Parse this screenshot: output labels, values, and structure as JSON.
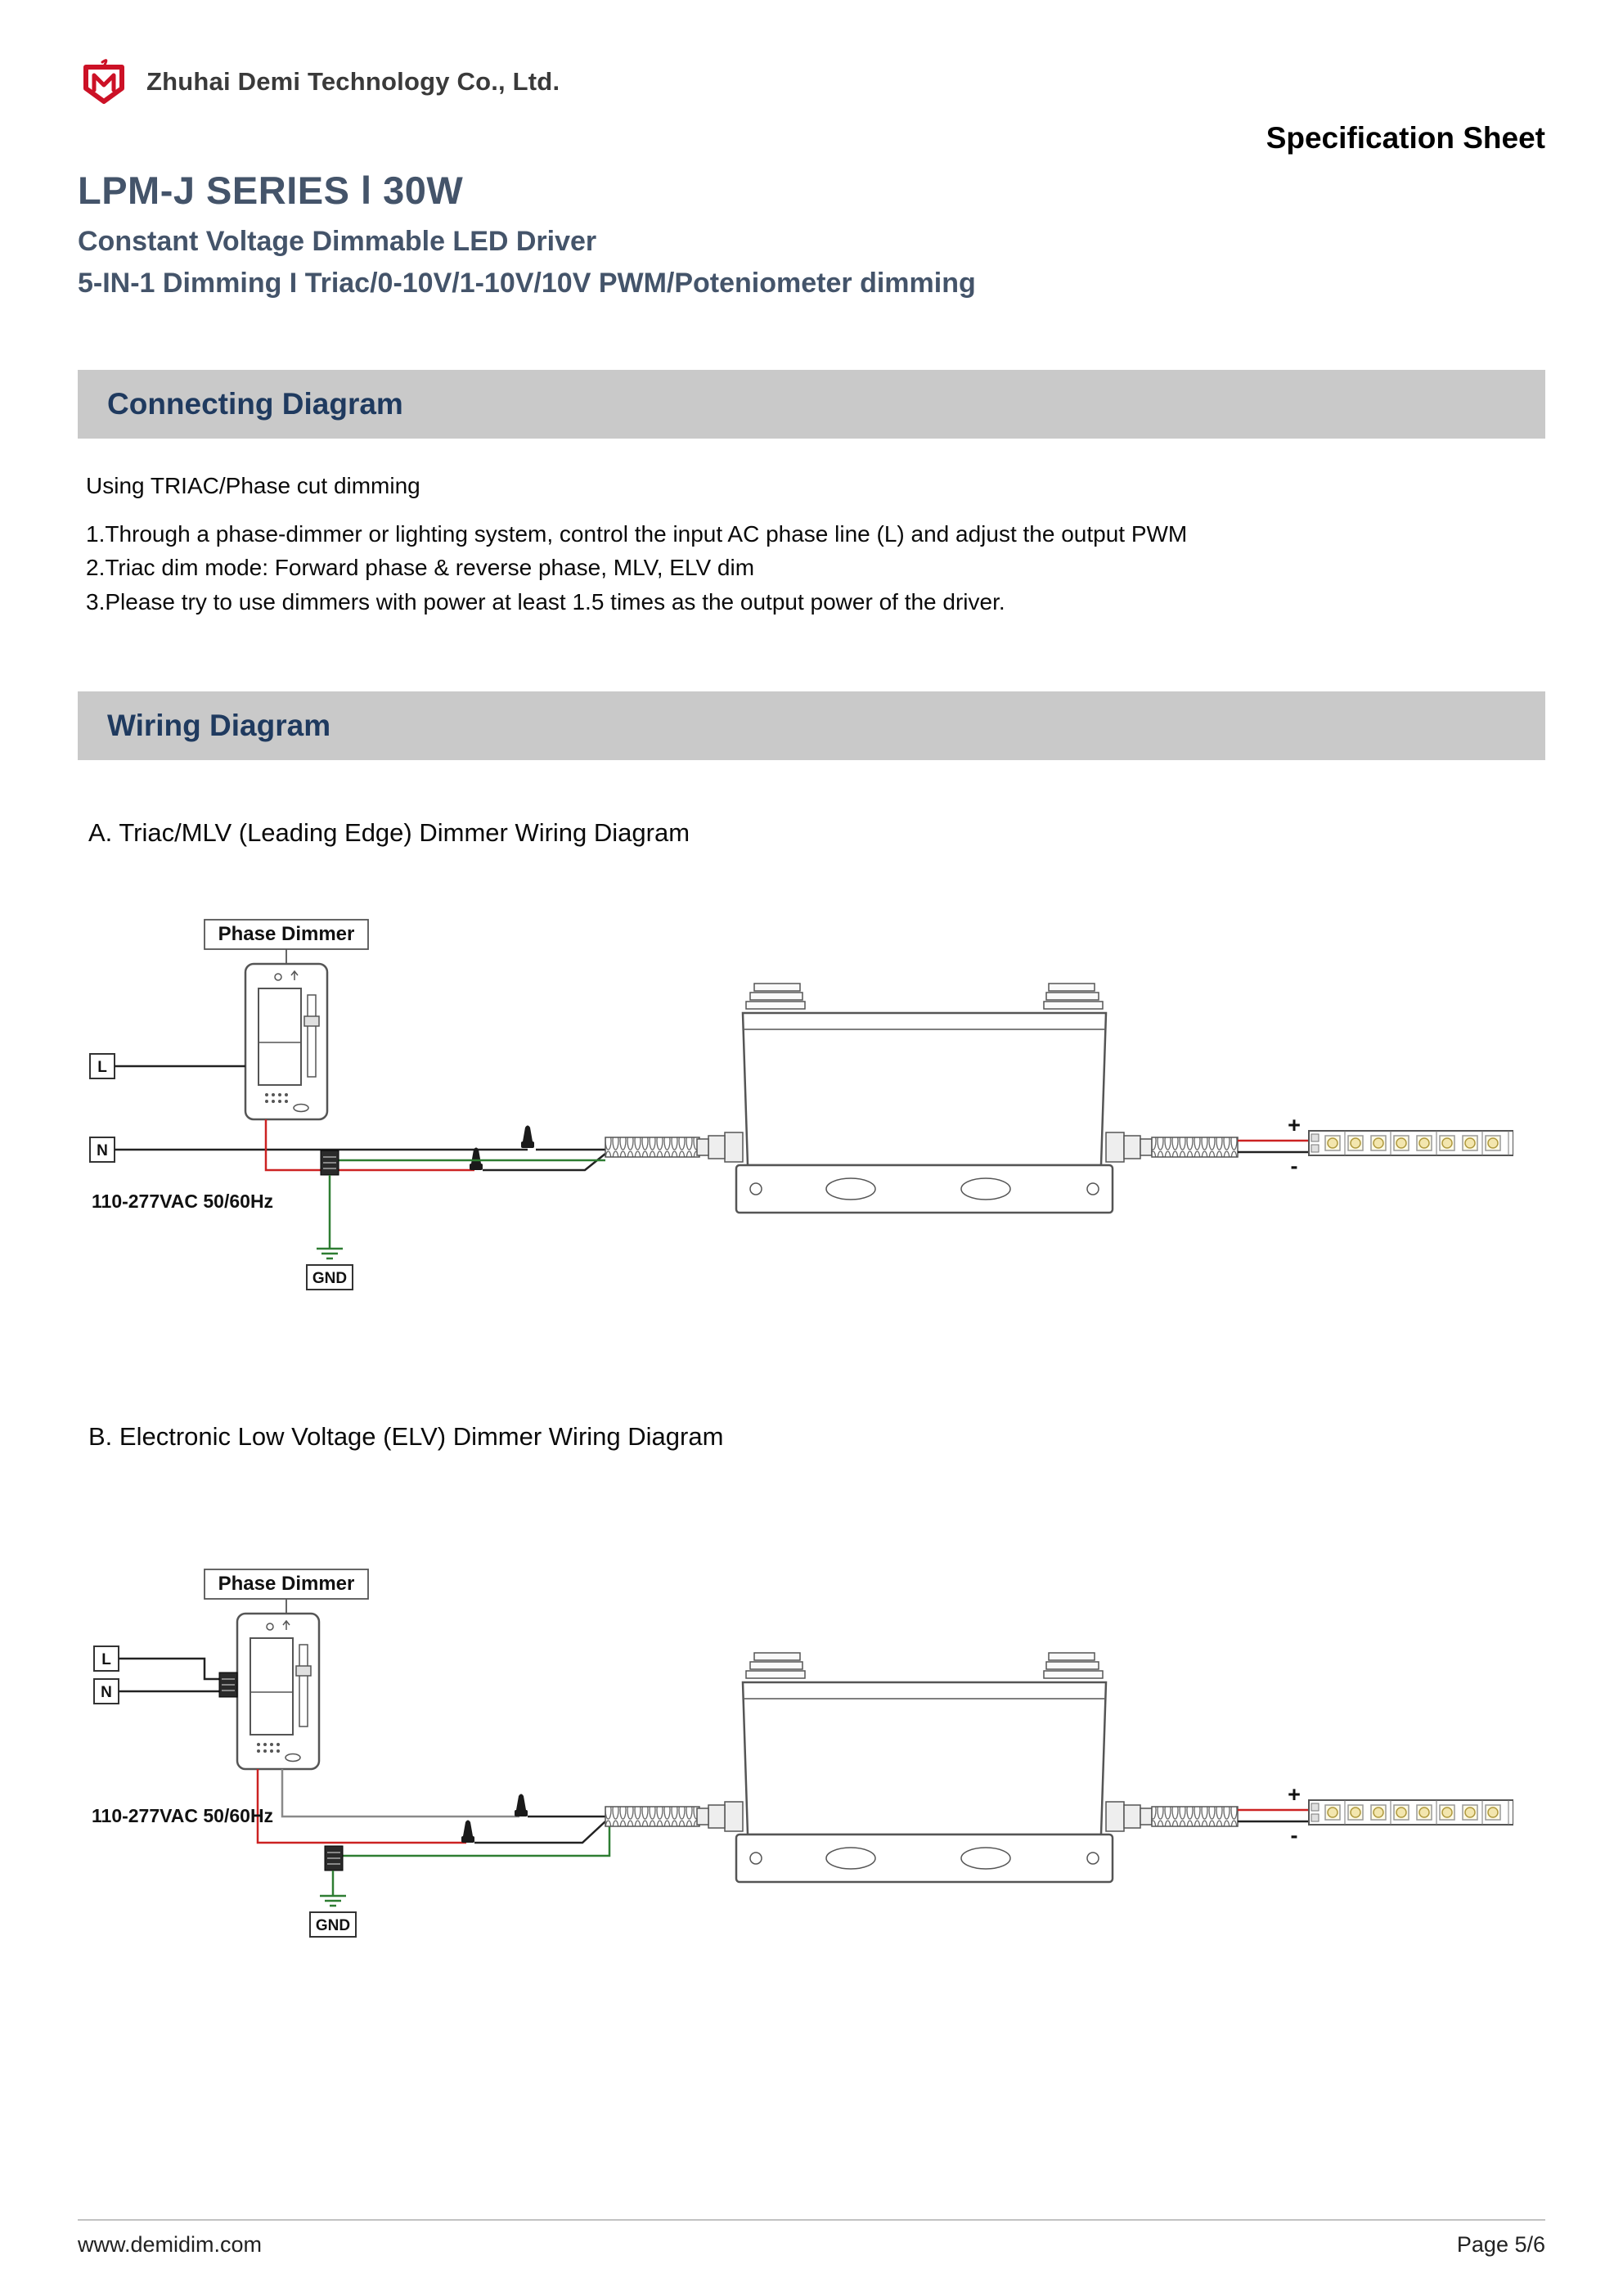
{
  "header": {
    "company": "Zhuhai Demi Technology Co., Ltd.",
    "sheet_label": "Specification Sheet"
  },
  "title": {
    "series": "LPM-J SERIES l 30W",
    "product": "Constant Voltage Dimmable LED Driver",
    "dimming": "5-IN-1 Dimming I  Triac/0-10V/1-10V/10V PWM/Poteniometer dimming"
  },
  "connecting": {
    "heading": "Connecting Diagram",
    "intro": "Using TRIAC/Phase cut dimming",
    "items": [
      "1.Through a phase-dimmer or lighting system, control the input AC phase line (L) and adjust the output PWM",
      "2.Triac dim mode: Forward phase & reverse phase, MLV, ELV dim",
      "3.Please try to use dimmers with power at least 1.5 times as the output power of the driver."
    ]
  },
  "wiring": {
    "heading": "Wiring Diagram",
    "diagram_a": {
      "caption": "A. Triac/MLV (Leading Edge) Dimmer Wiring Diagram",
      "phase_dimmer": "Phase Dimmer",
      "line": "L",
      "neutral": "N",
      "voltage": "110-277VAC 50/60Hz",
      "ground": "GND",
      "plus": "+",
      "minus": "-"
    },
    "diagram_b": {
      "caption": "B. Electronic Low Voltage (ELV) Dimmer Wiring Diagram",
      "phase_dimmer": "Phase Dimmer",
      "line": "L",
      "neutral": "N",
      "voltage": "110-277VAC 50/60Hz",
      "ground": "GND",
      "plus": "+",
      "minus": "-"
    }
  },
  "footer": {
    "website": "www.demidim.com",
    "page": "Page 5/6"
  },
  "colors": {
    "logo_red": "#cc1126",
    "title_blue": "#44546a",
    "section_bg": "#c9c9c9",
    "section_text": "#1f3a5f",
    "wire_red": "#cc2222",
    "wire_green": "#2e7d32",
    "wire_black": "#222222"
  }
}
